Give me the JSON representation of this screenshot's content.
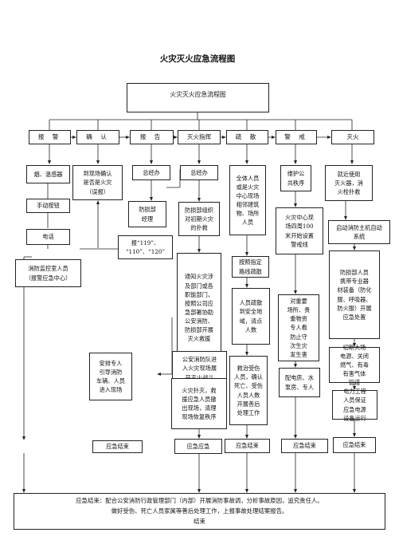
{
  "title": "火灾灭火应急流程图",
  "flow_header": "火灾灭火应急流程图",
  "steps": [
    "报 警",
    "确 认",
    "报 告",
    "灭火指挥",
    "疏 散",
    "警 戒",
    "灭火"
  ],
  "alarm": {
    "smoke": "烟、温感器",
    "button": "手动按钮",
    "phone": "电话",
    "monitor": "消防监控室人员\n（报警应急中心）",
    "guide": "安排专人\n引导消防\n车辆、人员\n进入现场",
    "end": "应急结束"
  },
  "confirm": {
    "check": "到现场确认\n是否是火灾\n（误报）"
  },
  "report": {
    "gm": "总经办",
    "dept": "防损部\n经理",
    "call": "报“119”、\n“110”、“120”"
  },
  "command": {
    "gm": "总经办",
    "dept_org": "防损部组织\n对初期火灾\n的扑救",
    "notify": "通知火灾涉\n及部门或各\n职能部门，\n按照公司应\n急部署协助\n公安消防、\n防损部开展\n灭火救援",
    "police": "公安消防队进\n入火灾现场展\n开灭火战斗",
    "after": "火灾扑灭，救\n援应急人员撤\n出现场，清理\n现场恢复秩序",
    "end": "应急应急"
  },
  "evac": {
    "all": "全体人员\n或是火灾\n中心现场\n相邻建筑\n物、场所\n人员",
    "route": "按照指定\n路线疏散",
    "gather": "人员疏散\n到安全地\n域，清点\n人数",
    "rescue": "救治受伤\n人员，确认\n死亡、受伤\n人员人数\n开展善后\n处理工作",
    "end": "应急结束"
  },
  "guard": {
    "order": "维护公\n共秩序",
    "cordon": "火灾中心现\n场四周100\n米开始设置\n警戒线",
    "goods": "对重要\n场所、贵\n重物资\n专人看\n防止守\n次生灾\n发生害",
    "staff": "配电房、水\n泵房、专人",
    "end": "应急结束"
  },
  "fire": {
    "nearby": "就近使用\n灭火器，消\n火栓扑救",
    "auto": "启动消防主机自动\n系统",
    "equip": "防损部人员\n携带专业器\n材装备（防化\n服、呼吸器、\n防火服）开展\n应急处置",
    "cut": "切断大场\n电源、关闭\n燃气、有毒\n有害气体\n管道",
    "power": "电力工程\n人员保证\n应急电源\n设备运行",
    "end": "应急结束"
  },
  "final_text": "应急结束：配合公安消防行政管理部门（内部）开展消防事故调，分析事故原因，追究责任人。\n做好受伤、死亡人员家属等善后处理工作，上报事故处理结案报告。\n结束"
}
